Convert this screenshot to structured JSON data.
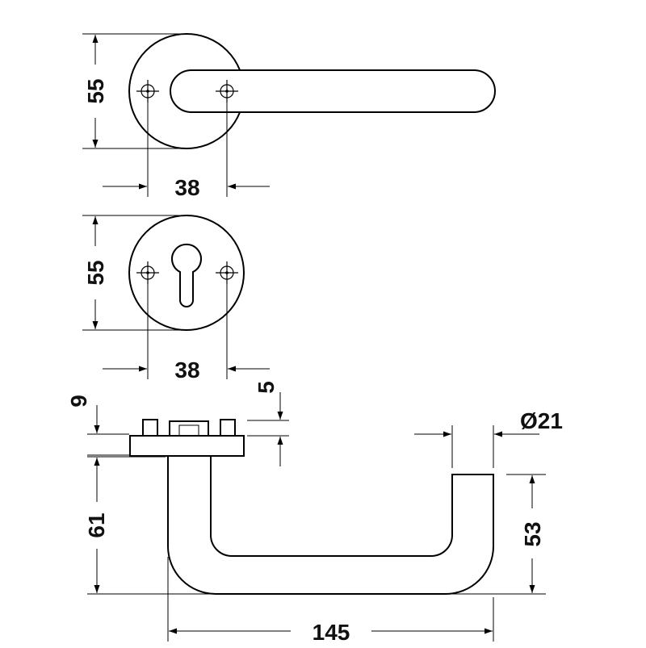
{
  "drawing": {
    "views": {
      "lever_rose_front": {
        "height_label": "55",
        "hole_spacing_label": "38"
      },
      "escutcheon_front": {
        "height_label": "55",
        "hole_spacing_label": "38"
      },
      "side_profile": {
        "rose_thickness_label": "9",
        "gap_label": "5",
        "diameter_label": "Ø21",
        "handle_drop_label": "61",
        "end_height_label": "53",
        "projection_label": "145"
      }
    },
    "colors": {
      "line": "#000000",
      "background": "#ffffff"
    }
  }
}
